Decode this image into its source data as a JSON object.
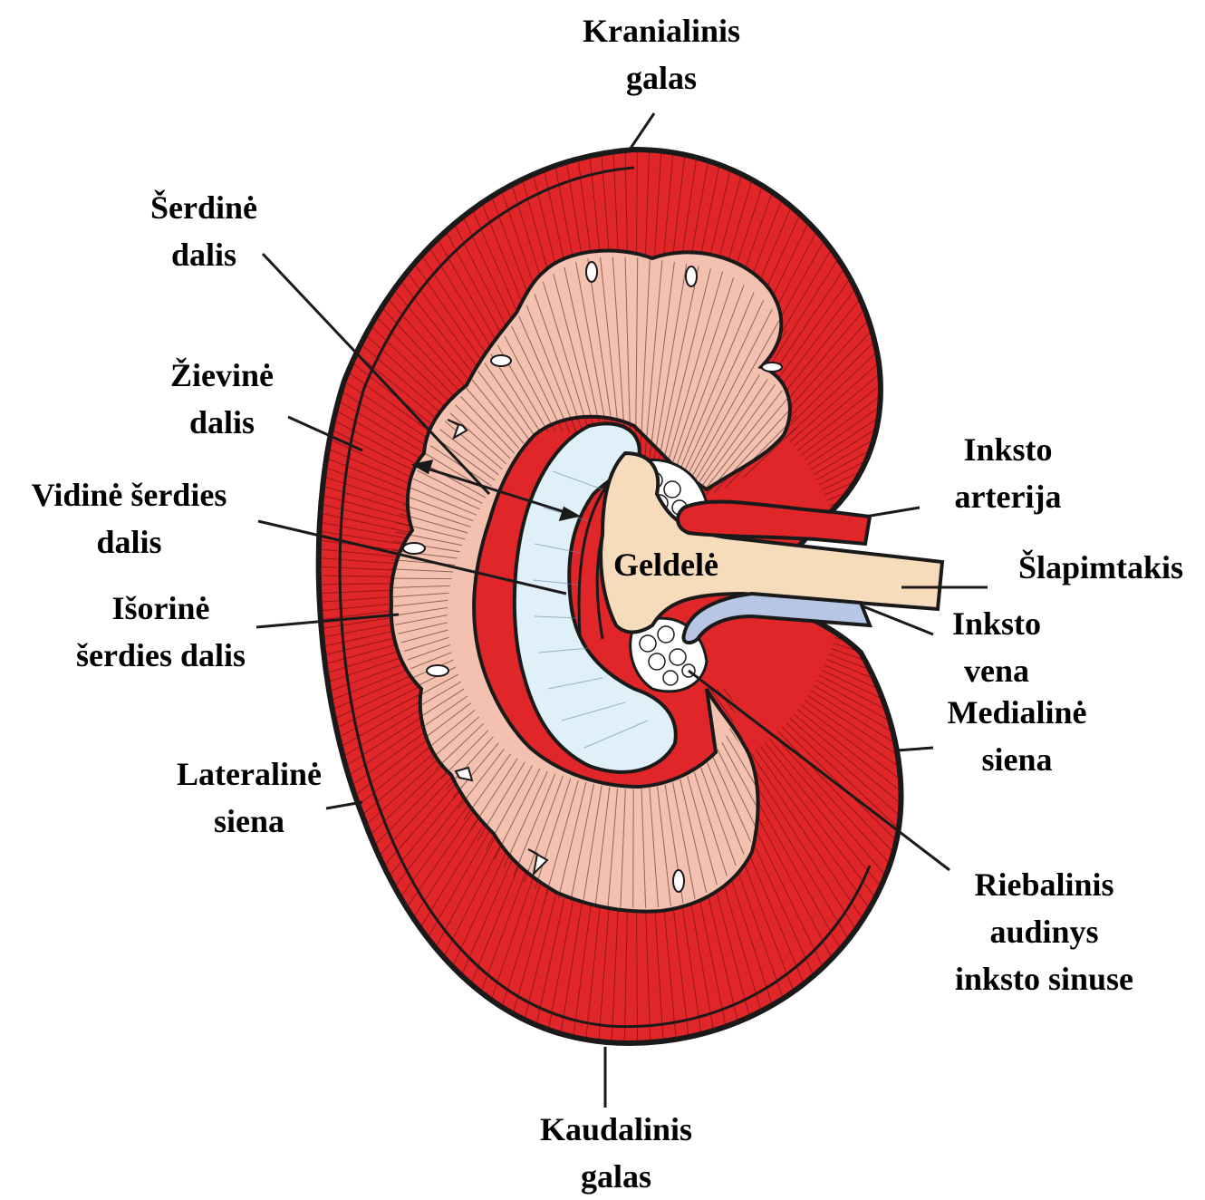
{
  "labels": {
    "cranial": [
      "Kranialinis",
      "galas"
    ],
    "medulla": [
      "Šerdinė",
      "dalis"
    ],
    "cortex": [
      "Žievinė",
      "dalis"
    ],
    "inner_medulla": [
      "Vidinė šerdies",
      "dalis"
    ],
    "outer_medulla": [
      "Išorinė",
      "šerdies dalis"
    ],
    "lateral_wall": [
      "Lateralinė",
      "siena"
    ],
    "caudal": [
      "Kaudalinis",
      "galas"
    ],
    "renal_artery": [
      "Inksto",
      "arterija"
    ],
    "ureter": [
      "Šlapimtakis"
    ],
    "renal_vein": [
      "Inksto",
      "vena"
    ],
    "medial_wall": [
      "Medialinė",
      "siena"
    ],
    "sinus_fat": [
      "Riebalinis",
      "audinys",
      "inksto sinuse"
    ],
    "pelvis": [
      "Geldelė"
    ]
  },
  "colors": {
    "cortex": "#e1262a",
    "medulla": "#f4c1b0",
    "inner_medulla": "#dff0f8",
    "pelvis": "#f7dcbb",
    "outline": "#1a1a1a",
    "vein": "#b8c6e6",
    "fat": "#ffffff"
  }
}
